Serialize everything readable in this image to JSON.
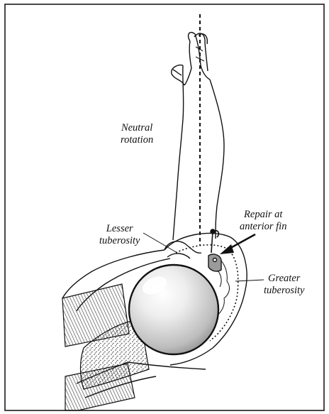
{
  "labels": {
    "neutral_rotation": [
      "Neutral",
      "rotation"
    ],
    "repair": [
      "Repair at",
      "anterior fin"
    ],
    "lesser": [
      "Lesser",
      "tuberosity"
    ],
    "greater": [
      "Greater",
      "tuberosity"
    ]
  },
  "colors": {
    "ink": "#111111",
    "frame": "#1a1a1a",
    "muscle": "#555555",
    "head_fill": "#d4d4d4",
    "highlight": "#ffffff"
  }
}
